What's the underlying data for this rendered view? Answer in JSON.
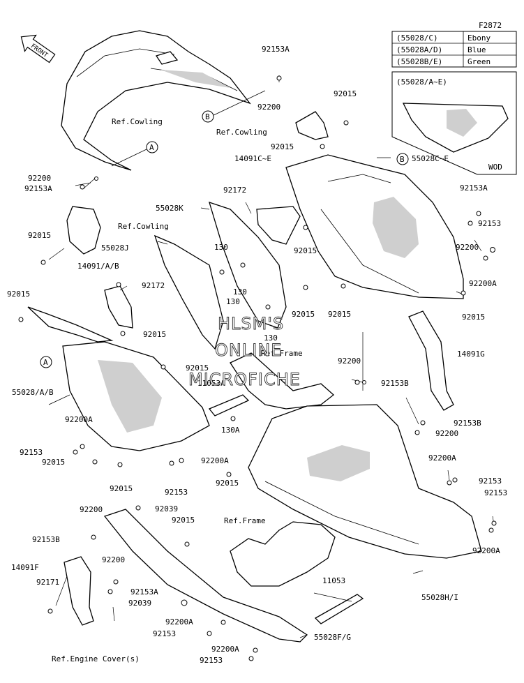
{
  "figure_code": "F2872",
  "front_arrow": "FRONT",
  "color_legend": [
    {
      "code": "(55028/C)",
      "color": "Ebony"
    },
    {
      "code": "(55028A/D)",
      "color": "Blue"
    },
    {
      "code": "(55028B/E)",
      "color": "Green"
    }
  ],
  "inset": {
    "title": "(55028/A~E)",
    "note": "WOD"
  },
  "watermark": {
    "line1": "HLSM'S",
    "line2": "ONLINE",
    "line3": "MICROFICHE"
  },
  "callout_letters": {
    "a": "A",
    "b": "B"
  },
  "labels": {
    "l92153A_top": "92153A",
    "l92200_top": "92200",
    "refcowl_1": "Ref.Cowling",
    "l92015_a": "92015",
    "refcowl_2": "Ref.Cowling",
    "l92015_b": "92015",
    "l14091CE": "14091C~E",
    "l55028CE": "55028C~E",
    "l92200_l1": "92200",
    "l92153A_l1": "92153A",
    "l92172_a": "92172",
    "l92153A_r1": "92153A",
    "l55028K": "55028K",
    "refcowl_3": "Ref.Cowling",
    "l92153_r1": "92153",
    "l92015_c": "92015",
    "l55028J": "55028J",
    "l130_a": "130",
    "l92015_d": "92015",
    "l92200_r2": "92200",
    "l14091AB": "14091/A/B",
    "l92172_b": "92172",
    "l130_b": "130",
    "l130_c": "130",
    "l92200A_r1": "92200A",
    "l92015_e": "92015",
    "l92015_f": "92015",
    "l92015_g": "92015",
    "l92015_h": "92015",
    "l92015_i": "92015",
    "l130_d": "130",
    "reframe_1": "Ref.Frame",
    "l14091G": "14091G",
    "l92015_j": "92015",
    "l11053A": "11053A",
    "l92200_m": "92200",
    "l92153B_m": "92153B",
    "l55028AB": "55028/A/B",
    "l92200A_l": "92200A",
    "l92153B_r": "92153B",
    "l92200_r3": "92200",
    "l130A": "130A",
    "l92153_l2": "92153",
    "l92015_k": "92015",
    "l92200A_m": "92200A",
    "l92015_l": "92015",
    "l92153_m": "92153",
    "l92015_m": "92015",
    "l92200A_r2": "92200A",
    "l92153_r2": "92153",
    "l92153_r3": "92153",
    "l92200_b1": "92200",
    "l92039_a": "92039",
    "l92153B_b": "92153B",
    "l92015_n": "92015",
    "reframe_2": "Ref.Frame",
    "l92200A_r3": "92200A",
    "l14091F": "14091F",
    "l92200_b2": "92200",
    "l92171": "92171",
    "l92153A_b": "92153A",
    "l92039_b": "92039",
    "l11053": "11053",
    "l55028HI": "55028H/I",
    "l92200A_b": "92200A",
    "l92153_b": "92153",
    "l55028FG": "55028F/G",
    "l92200A_b2": "92200A",
    "refengine": "Ref.Engine Cover(s)",
    "l92153_b2": "92153"
  }
}
